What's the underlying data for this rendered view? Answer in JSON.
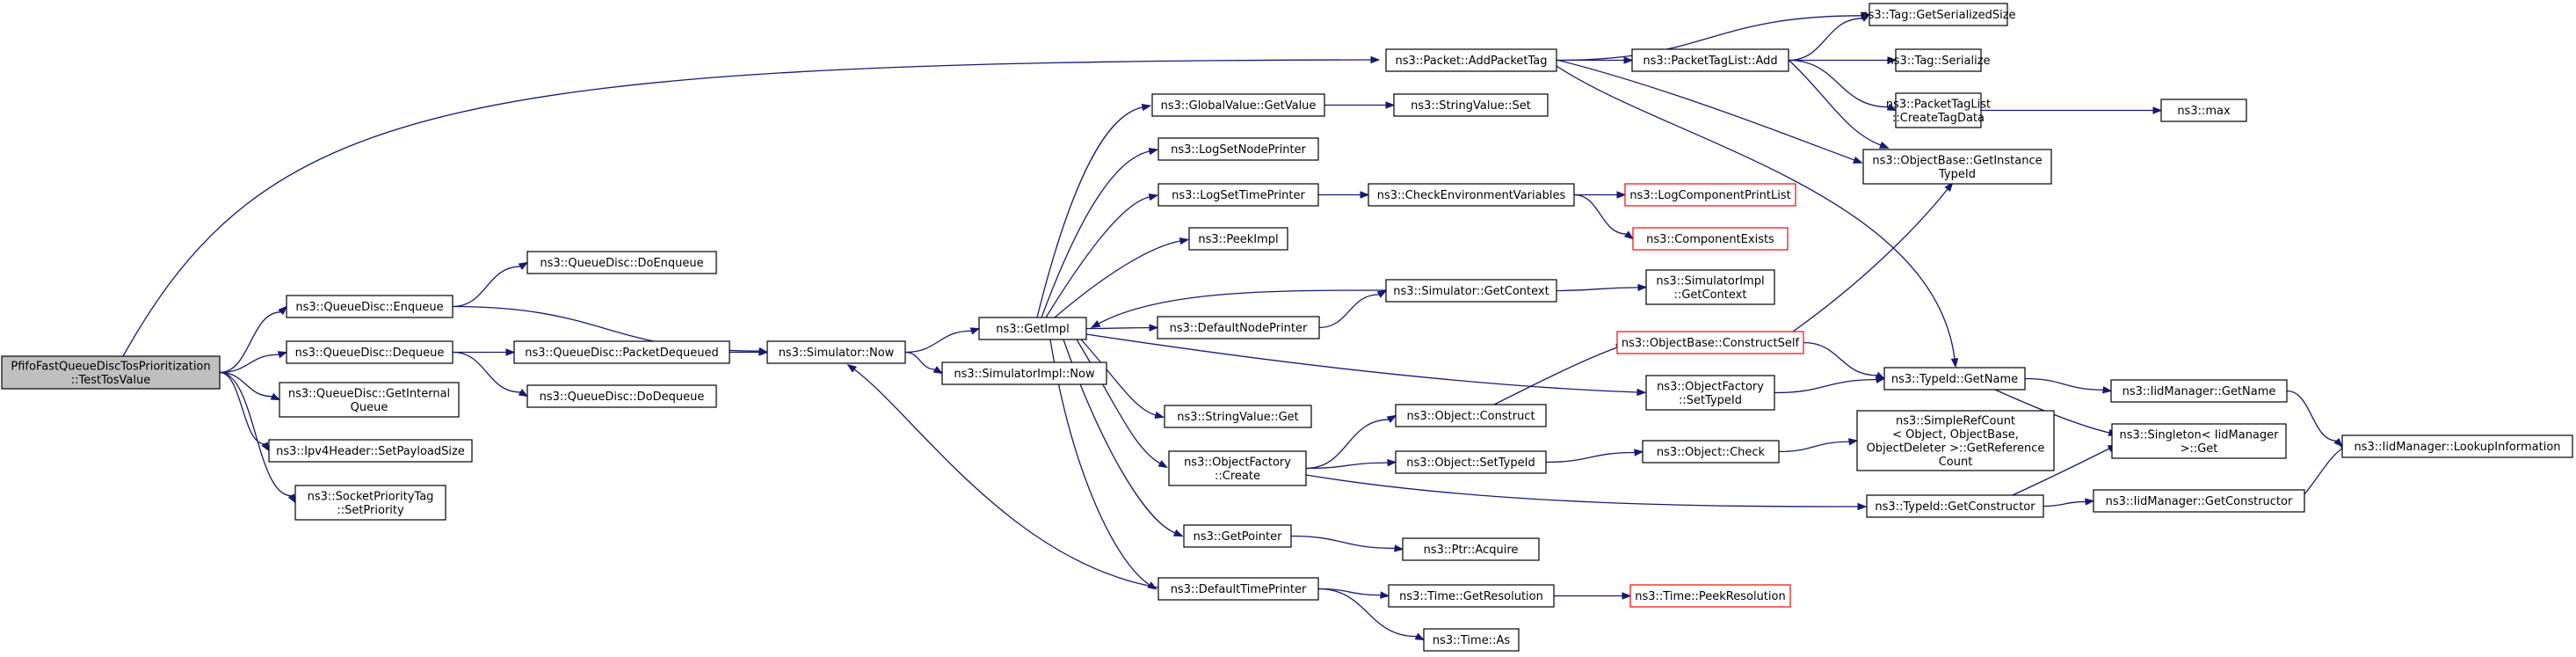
{
  "diagram": {
    "type": "call-graph",
    "colors": {
      "root_fill": "#bfbfbf",
      "node_border": "#000000",
      "external_node_border": "#ff0000",
      "edge": "#191970",
      "background": "#ffffff"
    },
    "nodes": [
      {
        "id": "root",
        "lines": [
          "PfifoFastQueueDiscTosPrioritization",
          "::TestTosValue"
        ],
        "style": "root"
      },
      {
        "id": "enqueue",
        "lines": [
          "ns3::QueueDisc::Enqueue"
        ]
      },
      {
        "id": "dequeue",
        "lines": [
          "ns3::QueueDisc::Dequeue"
        ]
      },
      {
        "id": "getinternal",
        "lines": [
          "ns3::QueueDisc::GetInternal",
          "Queue"
        ]
      },
      {
        "id": "setpayload",
        "lines": [
          "ns3::Ipv4Header::SetPayloadSize"
        ]
      },
      {
        "id": "setpriority",
        "lines": [
          "ns3::SocketPriorityTag",
          "::SetPriority"
        ]
      },
      {
        "id": "doenqueue",
        "lines": [
          "ns3::QueueDisc::DoEnqueue"
        ]
      },
      {
        "id": "pktdequeued",
        "lines": [
          "ns3::QueueDisc::PacketDequeued"
        ]
      },
      {
        "id": "dodequeue",
        "lines": [
          "ns3::QueueDisc::DoDequeue"
        ]
      },
      {
        "id": "simnow",
        "lines": [
          "ns3::Simulator::Now"
        ]
      },
      {
        "id": "getimpl",
        "lines": [
          "ns3::GetImpl"
        ]
      },
      {
        "id": "simimplnow",
        "lines": [
          "ns3::SimulatorImpl::Now"
        ]
      },
      {
        "id": "gvgetvalue",
        "lines": [
          "ns3::GlobalValue::GetValue"
        ]
      },
      {
        "id": "logsetnode",
        "lines": [
          "ns3::LogSetNodePrinter"
        ]
      },
      {
        "id": "logsettime",
        "lines": [
          "ns3::LogSetTimePrinter"
        ]
      },
      {
        "id": "peekimpl",
        "lines": [
          "ns3::PeekImpl"
        ]
      },
      {
        "id": "defnodeprinter",
        "lines": [
          "ns3::DefaultNodePrinter"
        ]
      },
      {
        "id": "strvalget",
        "lines": [
          "ns3::StringValue::Get"
        ]
      },
      {
        "id": "objfactcreate",
        "lines": [
          "ns3::ObjectFactory",
          "::Create"
        ]
      },
      {
        "id": "getpointer",
        "lines": [
          "ns3::GetPointer"
        ]
      },
      {
        "id": "deftimeprinter",
        "lines": [
          "ns3::DefaultTimePrinter"
        ]
      },
      {
        "id": "addpackettag",
        "lines": [
          "ns3::Packet::AddPacketTag"
        ]
      },
      {
        "id": "strvalset",
        "lines": [
          "ns3::StringValue::Set"
        ]
      },
      {
        "id": "checkenv",
        "lines": [
          "ns3::CheckEnvironmentVariables"
        ]
      },
      {
        "id": "simgetcontext",
        "lines": [
          "ns3::Simulator::GetContext"
        ]
      },
      {
        "id": "objconstruct",
        "lines": [
          "ns3::Object::Construct"
        ]
      },
      {
        "id": "objsettypeid",
        "lines": [
          "ns3::Object::SetTypeId"
        ]
      },
      {
        "id": "ptracquire",
        "lines": [
          "ns3::Ptr::Acquire"
        ]
      },
      {
        "id": "timegetres",
        "lines": [
          "ns3::Time::GetResolution"
        ]
      },
      {
        "id": "timeas",
        "lines": [
          "ns3::Time::As"
        ]
      },
      {
        "id": "pkttaglistadd",
        "lines": [
          "ns3::PacketTagList::Add"
        ]
      },
      {
        "id": "logcompprint",
        "lines": [
          "ns3::LogComponentPrintList"
        ],
        "style": "red"
      },
      {
        "id": "compexists",
        "lines": [
          "ns3::ComponentExists"
        ],
        "style": "red"
      },
      {
        "id": "simimplgetctx",
        "lines": [
          "ns3::SimulatorImpl",
          "::GetContext"
        ]
      },
      {
        "id": "constructself",
        "lines": [
          "ns3::ObjectBase::ConstructSelf"
        ],
        "style": "red"
      },
      {
        "id": "objfactsettypeid",
        "lines": [
          "ns3::ObjectFactory",
          "::SetTypeId"
        ]
      },
      {
        "id": "objcheck",
        "lines": [
          "ns3::Object::Check"
        ]
      },
      {
        "id": "timepeekres",
        "lines": [
          "ns3::Time::PeekResolution"
        ],
        "style": "red"
      },
      {
        "id": "taggetser",
        "lines": [
          "ns3::Tag::GetSerializedSize"
        ]
      },
      {
        "id": "tagserialize",
        "lines": [
          "ns3::Tag::Serialize"
        ]
      },
      {
        "id": "pktcreatetag",
        "lines": [
          "ns3::PacketTagList",
          "::CreateTagData"
        ]
      },
      {
        "id": "getinstancetypeid",
        "lines": [
          "ns3::ObjectBase::GetInstance",
          "TypeId"
        ]
      },
      {
        "id": "typeidgetname",
        "lines": [
          "ns3::TypeId::GetName"
        ]
      },
      {
        "id": "simplerefcount",
        "lines": [
          "ns3::SimpleRefCount",
          "< Object, ObjectBase,",
          "ObjectDeleter >::GetReference",
          "Count"
        ]
      },
      {
        "id": "typeidgetctor",
        "lines": [
          "ns3::TypeId::GetConstructor"
        ]
      },
      {
        "id": "max",
        "lines": [
          "ns3::max"
        ]
      },
      {
        "id": "iidgetname",
        "lines": [
          "ns3::IidManager::GetName"
        ]
      },
      {
        "id": "singletonget",
        "lines": [
          "ns3::Singleton< IidManager",
          ">::Get"
        ]
      },
      {
        "id": "iidgetctor",
        "lines": [
          "ns3::IidManager::GetConstructor"
        ]
      },
      {
        "id": "iidlookup",
        "lines": [
          "ns3::IidManager::LookupInformation"
        ]
      }
    ],
    "edges": [
      [
        "root",
        "enqueue"
      ],
      [
        "root",
        "dequeue"
      ],
      [
        "root",
        "getinternal"
      ],
      [
        "root",
        "setpayload"
      ],
      [
        "root",
        "setpriority"
      ],
      [
        "root",
        "addpackettag"
      ],
      [
        "enqueue",
        "doenqueue"
      ],
      [
        "enqueue",
        "simnow"
      ],
      [
        "dequeue",
        "pktdequeued"
      ],
      [
        "dequeue",
        "dodequeue"
      ],
      [
        "pktdequeued",
        "simnow"
      ],
      [
        "simnow",
        "getimpl"
      ],
      [
        "simnow",
        "simimplnow"
      ],
      [
        "getimpl",
        "gvgetvalue"
      ],
      [
        "getimpl",
        "logsetnode"
      ],
      [
        "getimpl",
        "logsettime"
      ],
      [
        "getimpl",
        "peekimpl"
      ],
      [
        "getimpl",
        "defnodeprinter"
      ],
      [
        "getimpl",
        "strvalget"
      ],
      [
        "getimpl",
        "objfactcreate"
      ],
      [
        "getimpl",
        "getpointer"
      ],
      [
        "getimpl",
        "deftimeprinter"
      ],
      [
        "getimpl",
        "objfactsettypeid"
      ],
      [
        "gvgetvalue",
        "strvalset"
      ],
      [
        "logsettime",
        "checkenv"
      ],
      [
        "checkenv",
        "logcompprint"
      ],
      [
        "checkenv",
        "compexists"
      ],
      [
        "defnodeprinter",
        "simgetcontext"
      ],
      [
        "simgetcontext",
        "getimpl"
      ],
      [
        "simgetcontext",
        "simimplgetctx"
      ],
      [
        "objfactcreate",
        "objconstruct"
      ],
      [
        "objfactcreate",
        "objsettypeid"
      ],
      [
        "objfactcreate",
        "typeidgetctor"
      ],
      [
        "objconstruct",
        "constructself"
      ],
      [
        "objsettypeid",
        "objcheck"
      ],
      [
        "objcheck",
        "simplerefcount"
      ],
      [
        "getpointer",
        "ptracquire"
      ],
      [
        "deftimeprinter",
        "simnow"
      ],
      [
        "deftimeprinter",
        "timegetres"
      ],
      [
        "deftimeprinter",
        "timeas"
      ],
      [
        "timegetres",
        "timepeekres"
      ],
      [
        "constructself",
        "getinstancetypeid"
      ],
      [
        "constructself",
        "typeidgetname"
      ],
      [
        "objfactsettypeid",
        "typeidgetname"
      ],
      [
        "addpackettag",
        "taggetser"
      ],
      [
        "addpackettag",
        "pkttaglistadd"
      ],
      [
        "addpackettag",
        "getinstancetypeid"
      ],
      [
        "addpackettag",
        "typeidgetname"
      ],
      [
        "pkttaglistadd",
        "taggetser"
      ],
      [
        "pkttaglistadd",
        "tagserialize"
      ],
      [
        "pkttaglistadd",
        "pktcreatetag"
      ],
      [
        "pkttaglistadd",
        "getinstancetypeid"
      ],
      [
        "pktcreatetag",
        "max"
      ],
      [
        "typeidgetname",
        "iidgetname"
      ],
      [
        "typeidgetname",
        "singletonget"
      ],
      [
        "typeidgetctor",
        "singletonget"
      ],
      [
        "typeidgetctor",
        "iidgetctor"
      ],
      [
        "iidgetname",
        "iidlookup"
      ],
      [
        "iidgetctor",
        "iidlookup"
      ]
    ]
  }
}
